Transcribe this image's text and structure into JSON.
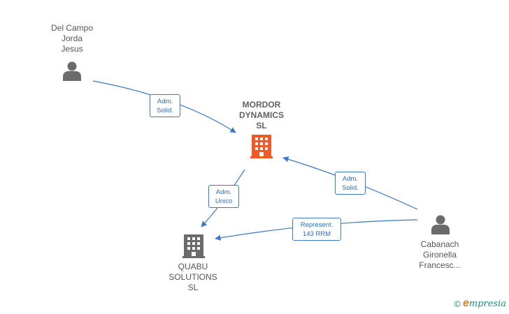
{
  "nodes": {
    "person_1": {
      "name": "Del Campo\nJorda\nJesus",
      "icon": "person-icon",
      "color": "#6b6b6b"
    },
    "company_main": {
      "name": "MORDOR\nDYNAMICS\nSL",
      "icon": "building-icon",
      "color": "#f05a28"
    },
    "company_2": {
      "name": "QUABU\nSOLUTIONS\nSL",
      "icon": "building-icon",
      "color": "#6b6b6b"
    },
    "person_2": {
      "name": "Cabanach\nGironella\nFrancesc...",
      "icon": "person-icon",
      "color": "#6b6b6b"
    }
  },
  "edges": {
    "e1": {
      "label": "Adm.\nSolid."
    },
    "e2": {
      "label": "Adm.\nUnico"
    },
    "e3": {
      "label": "Adm.\nSolid."
    },
    "e4": {
      "label": "Represent.\n143 RRM"
    }
  },
  "colors": {
    "edge": "#3c78c8"
  },
  "watermark": {
    "copyright": "©",
    "brand_initial": "e",
    "brand_rest": "mpresia"
  }
}
